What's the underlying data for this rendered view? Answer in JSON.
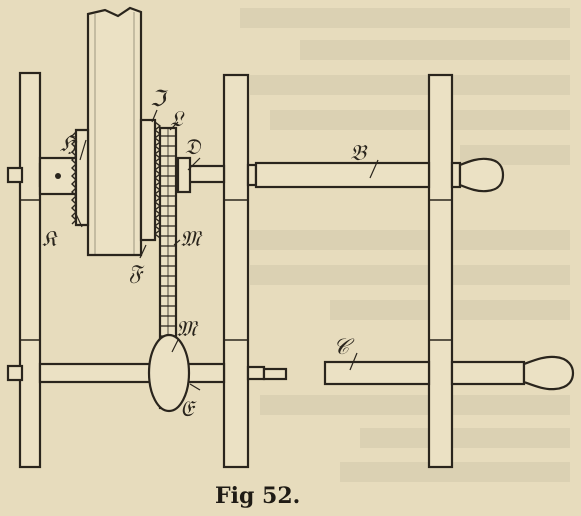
{
  "caption": "Fig 52.",
  "labels": {
    "B": "𝔅",
    "C": "𝒞",
    "D": "𝔇",
    "E": "𝔈",
    "F": "𝔉",
    "H": "ℌ",
    "J": "ℑ",
    "K": "𝔎",
    "L": "𝔏",
    "M_upper": "𝔐",
    "M_lower": "𝔐"
  },
  "colors": {
    "paper": "#e7dcbd",
    "ink": "#2a251d"
  }
}
